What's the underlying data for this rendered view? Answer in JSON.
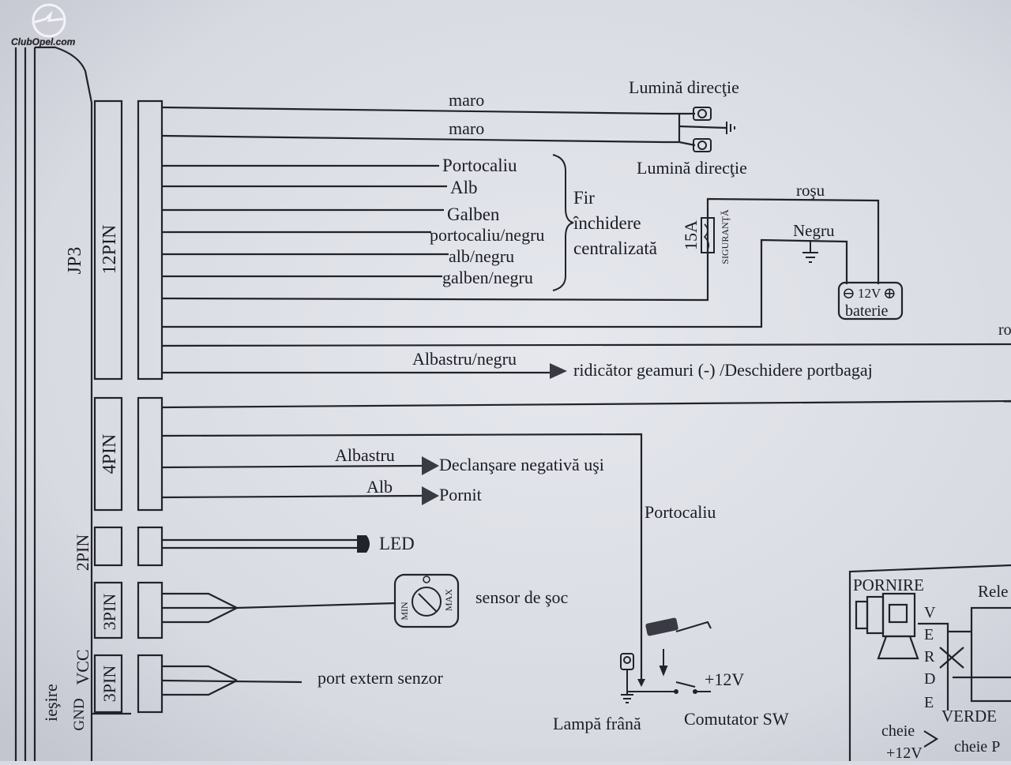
{
  "watermark": {
    "text": "ClubOpel.com"
  },
  "connector_labels": {
    "jp3": "JP3",
    "pin12": "12PIN",
    "pin4": "4PIN",
    "pin2": "2PIN",
    "pin3a": "3PIN",
    "pin3b": "3PIN",
    "vcc": "VCC",
    "iesire": "ieşire",
    "gnd": "GND"
  },
  "turn_signals": {
    "top_label": "Lumină direcţie",
    "bottom_label": "Lumină direcţie",
    "wire1": "maro",
    "wire2": "maro"
  },
  "central_lock": {
    "wires": [
      "Portocaliu",
      "Alb",
      "Galben",
      "portocaliu/negru",
      "alb/negru",
      "galben/negru"
    ],
    "group_label_1": "Fir",
    "group_label_2": "închidere",
    "group_label_3": "centralizată"
  },
  "power": {
    "fuse_rating": "15A",
    "fuse_label": "SIGURANŢĂ",
    "red_wire": "roşu",
    "black_wire": "Negru",
    "battery_voltage": "12V",
    "battery_label": "baterie",
    "minus_sign": "⊖",
    "plus_sign": "⊕",
    "edge_text": "ro"
  },
  "window_lift": {
    "wire": "Albastru/negru",
    "target": "ridicător geamuri (-) /Deschidere portbagaj"
  },
  "four_pin": {
    "door_wire": "Albastru",
    "door_target": "Declanşare negativă uşi",
    "start_wire": "Alb",
    "start_target": "Pornit",
    "brake_wire": "Portocaliu"
  },
  "led": {
    "label": "LED"
  },
  "shock_sensor": {
    "label": "sensor de  şoc",
    "min": "MIN",
    "max": "MAX"
  },
  "external_port": {
    "label": "port extern senzor"
  },
  "brake": {
    "lamp_label": "Lampă frână",
    "switch_label": "Comutator SW",
    "voltage": "+12V"
  },
  "starter_box": {
    "title": "PORNIRE",
    "rele": "Rele",
    "verde_vertical": [
      "V",
      "E",
      "R",
      "D",
      "E"
    ],
    "verde": "VERDE",
    "cheie1": "cheie",
    "plus12": "+12V",
    "cheie2": "cheie P"
  }
}
